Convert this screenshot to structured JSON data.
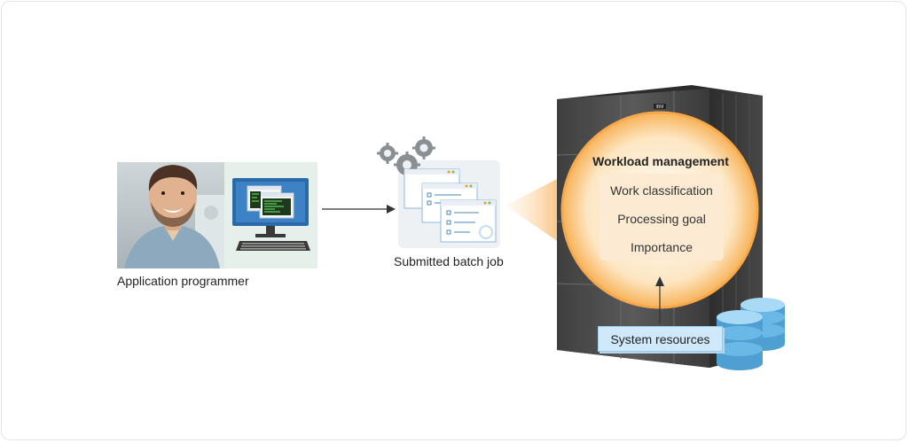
{
  "diagram": {
    "programmer_label": "Application programmer",
    "batch_job_label": "Submitted batch job",
    "workload": {
      "title": "Workload management",
      "items": [
        "Work classification",
        "Processing goal",
        "Importance"
      ]
    },
    "system_resources_label": "System resources",
    "server_badge": "IBM",
    "colors": {
      "accent_orange": "#f7a94a",
      "circle_fill": "#fde0b0",
      "screen_blue": "#2a6aa8",
      "db_blue": "#6ab8e6",
      "server_gray": "#4a4a4a"
    }
  }
}
